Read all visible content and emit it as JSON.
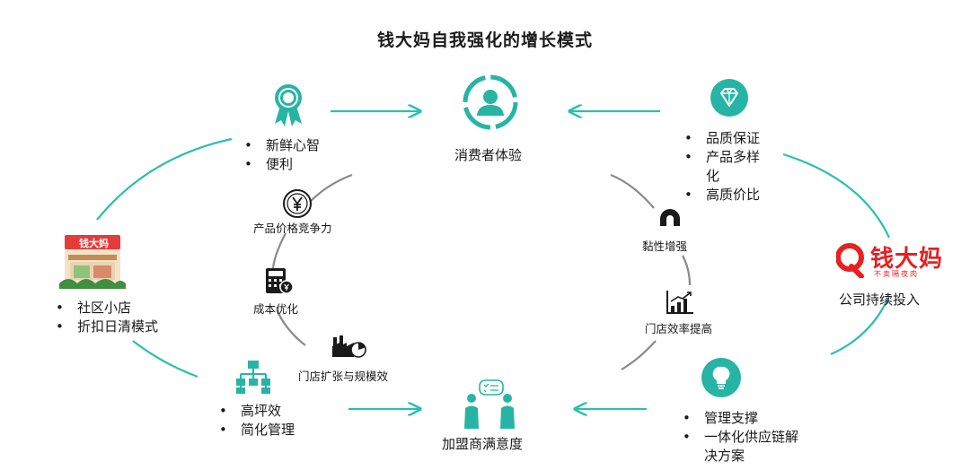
{
  "title": "钱大妈自我强化的增长模式",
  "nodes": {
    "consumer": {
      "label": "消费者体验"
    },
    "franchisee": {
      "label": "加盟商满意度"
    },
    "company": {
      "label": "公司持续投入",
      "logo_text": "钱大妈",
      "logo_tagline": "不卖隔夜肉"
    },
    "store": {
      "sign_text": "钱大妈"
    }
  },
  "bullet_groups": {
    "top_left": [
      "新鲜心智",
      "便利"
    ],
    "top_right": [
      "品质保证",
      "产品多样化",
      "高质价比"
    ],
    "left": [
      "社区小店",
      "折扣日清模式"
    ],
    "bottom_left": [
      "高坪效",
      "简化管理"
    ],
    "bottom_right": [
      "管理支撑",
      "一体化供应链解决方案"
    ]
  },
  "inner_labels": {
    "price": "产品价格竞争力",
    "cost": "成本优化",
    "expansion": "门店扩张与规模效",
    "stickiness": "黏性增强",
    "efficiency": "门店效率提高"
  },
  "icons": {
    "ribbon": "award-ribbon-icon",
    "person": "user-circle-icon",
    "diamond": "diamond-icon",
    "store": "storefront-icon",
    "org": "org-chart-icon",
    "team": "team-discussion-icon",
    "bulb": "lightbulb-icon",
    "yen": "yen-coin-icon",
    "calc": "calculator-icon",
    "factory": "factory-icon",
    "magnet": "magnet-icon",
    "growth": "bar-growth-icon"
  },
  "colors": {
    "teal": "#2bbfad",
    "gray": "#8a8a8a",
    "logo_red": "#e62121"
  }
}
